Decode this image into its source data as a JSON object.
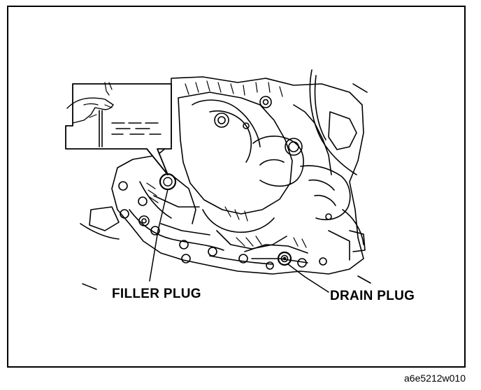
{
  "figure": {
    "labels": {
      "filler_plug": "FILLER PLUG",
      "drain_plug": "DRAIN PLUG"
    },
    "figure_code": "a6e5212w010"
  },
  "colors": {
    "line": "#000000",
    "background": "#ffffff"
  }
}
